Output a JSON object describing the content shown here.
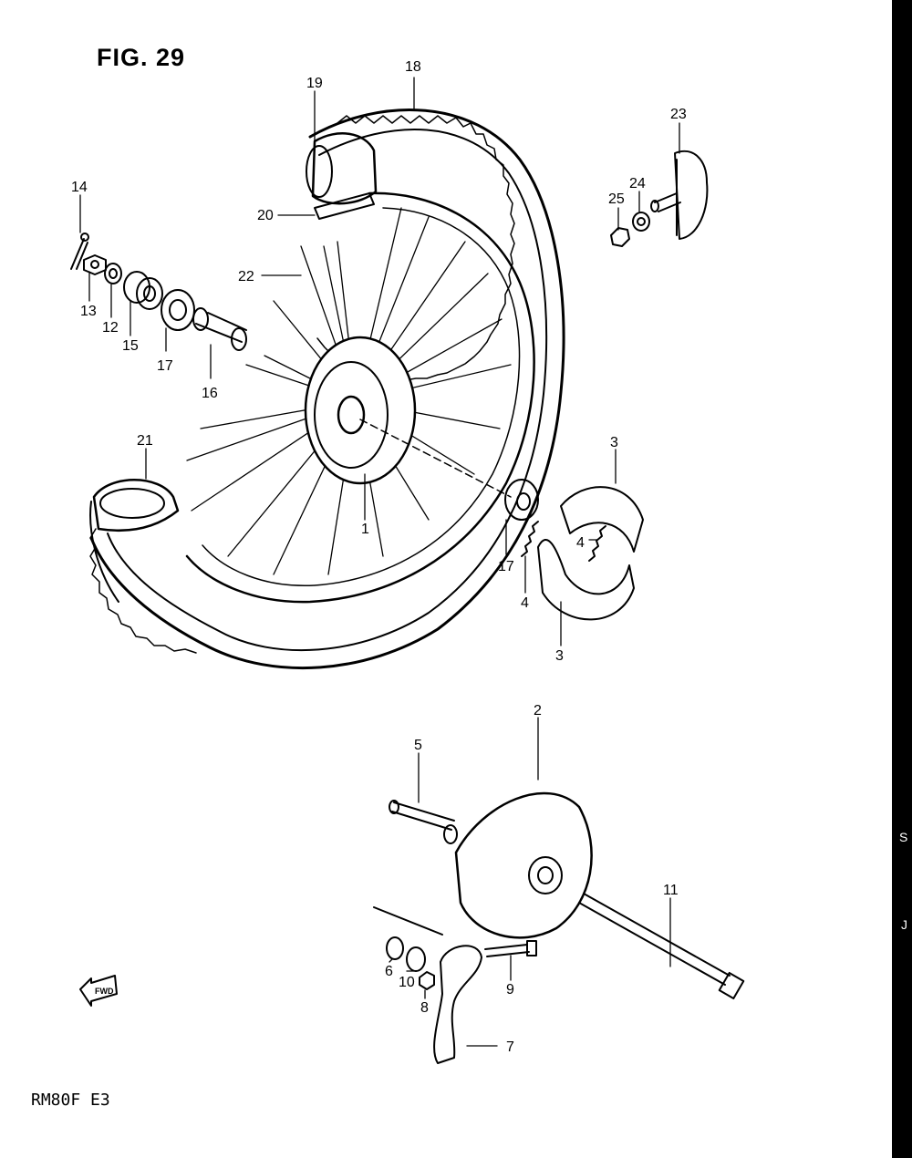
{
  "figure": {
    "title": "FIG. 29",
    "model": "RM80F  E3",
    "fwd_label": "FWD"
  },
  "callouts": [
    {
      "id": "1",
      "label": "1"
    },
    {
      "id": "2",
      "label": "2"
    },
    {
      "id": "3a",
      "label": "3"
    },
    {
      "id": "3b",
      "label": "3"
    },
    {
      "id": "4a",
      "label": "4"
    },
    {
      "id": "4b",
      "label": "4"
    },
    {
      "id": "5",
      "label": "5"
    },
    {
      "id": "6",
      "label": "6"
    },
    {
      "id": "7",
      "label": "7"
    },
    {
      "id": "8",
      "label": "8"
    },
    {
      "id": "9",
      "label": "9"
    },
    {
      "id": "10",
      "label": "10"
    },
    {
      "id": "11",
      "label": "11"
    },
    {
      "id": "12",
      "label": "12"
    },
    {
      "id": "13",
      "label": "13"
    },
    {
      "id": "14",
      "label": "14"
    },
    {
      "id": "15",
      "label": "15"
    },
    {
      "id": "16",
      "label": "16"
    },
    {
      "id": "17a",
      "label": "17"
    },
    {
      "id": "17b",
      "label": "17"
    },
    {
      "id": "18",
      "label": "18"
    },
    {
      "id": "19",
      "label": "19"
    },
    {
      "id": "20",
      "label": "20"
    },
    {
      "id": "21",
      "label": "21"
    },
    {
      "id": "22",
      "label": "22"
    },
    {
      "id": "23",
      "label": "23"
    },
    {
      "id": "24",
      "label": "24"
    },
    {
      "id": "25",
      "label": "25"
    }
  ],
  "edge_fragments": [
    "S",
    "J"
  ],
  "colors": {
    "ink": "#000000",
    "paper": "#ffffff"
  }
}
